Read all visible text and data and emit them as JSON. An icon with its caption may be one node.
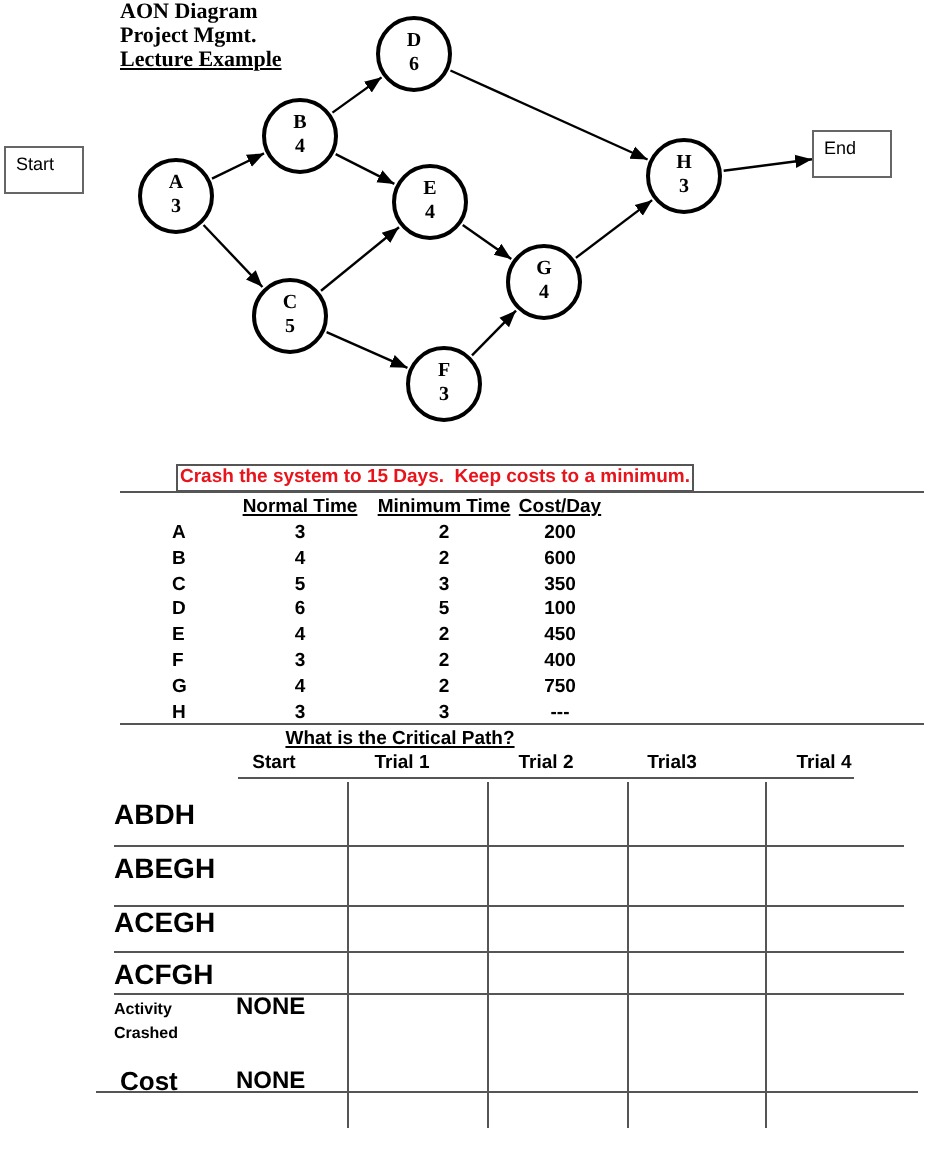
{
  "diagram": {
    "title": "AON Diagram Project Mgmt.",
    "nodes": [
      {
        "text": [
          "Start"
        ]
      },
      {
        "text": [
          "A",
          "3"
        ]
      },
      {
        "text": [
          "B",
          "4"
        ]
      },
      {
        "text": [
          "C",
          "5"
        ]
      },
      {
        "text": [
          "D",
          "6"
        ]
      },
      {
        "text": [
          "E",
          "4"
        ]
      },
      {
        "text": [
          "F",
          "3"
        ]
      },
      {
        "text": [
          "G",
          "4"
        ]
      },
      {
        "text": [
          "H",
          "3"
        ]
      },
      {
        "text": [
          "End"
        ]
      }
    ],
    "edges": [
      {
        "from": 1,
        "to": 2,
        "arrow": "to"
      },
      {
        "from": 1,
        "to": 3,
        "arrow": "to"
      },
      {
        "from": 2,
        "to": 4,
        "arrow": "to"
      },
      {
        "from": 2,
        "to": 5,
        "arrow": "to"
      },
      {
        "from": 3,
        "to": 5,
        "arrow": "to"
      },
      {
        "from": 3,
        "to": 6,
        "arrow": "to"
      },
      {
        "from": 4,
        "to": 8,
        "arrow": "to"
      },
      {
        "from": 5,
        "to": 7,
        "arrow": "to"
      },
      {
        "from": 6,
        "to": 7,
        "arrow": "to"
      },
      {
        "from": 7,
        "to": 8,
        "arrow": "to"
      },
      {
        "from": 8,
        "to": 9,
        "arrow": "to"
      }
    ],
    "labels": [
      "Lecture Example",
      "Crash the system to 15 Days.  Keep costs to a minimum.",
      "Normal Time",
      "Minimum Time",
      "Cost/Day",
      "A",
      "3",
      "2",
      "200",
      "B",
      "4",
      "2",
      "600",
      "C",
      "5",
      "3",
      "350",
      "D",
      "6",
      "5",
      "100",
      "E",
      "4",
      "2",
      "450",
      "F",
      "3",
      "2",
      "400",
      "G",
      "4",
      "2",
      "750",
      "H",
      "3",
      "3",
      "---",
      "What is the Critical Path?",
      "Start",
      "Trial 1",
      "Trial 2",
      "Trial3",
      "Trial 4",
      "ABDH",
      "ABEGH",
      "ACEGH",
      "ACFGH",
      "Activity Crashed",
      "NONE",
      "Cost",
      "NONE"
    ]
  }
}
